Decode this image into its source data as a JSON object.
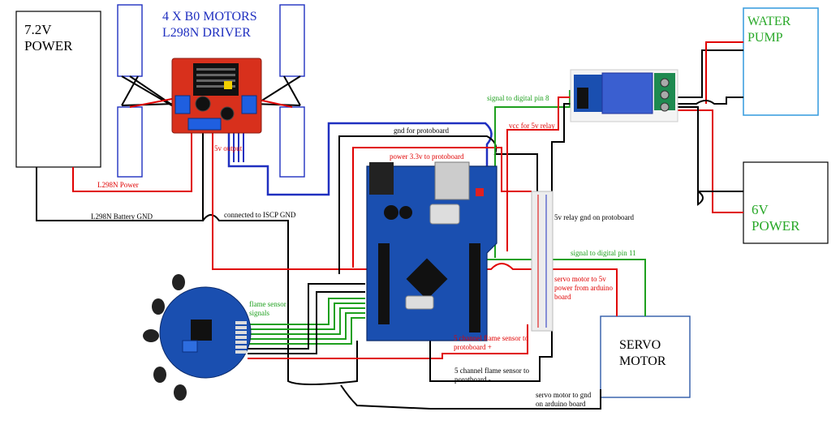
{
  "boxes": {
    "power72": {
      "line1": "7.2V",
      "line2": "POWER"
    },
    "water_pump": {
      "line1": "WATER",
      "line2": "PUMP"
    },
    "power6v": {
      "line1": "6V",
      "line2": "POWER"
    },
    "servo": {
      "line1": "SERVO",
      "line2": "MOTOR"
    },
    "motors_title": {
      "line1": "4 X B0 MOTORS",
      "line2": "L298N DRIVER"
    }
  },
  "labels": {
    "l298n_power": "L298N Power",
    "l298n_gnd": "L298N Battery GND",
    "iscp_gnd": "connected to ISCP GND",
    "fivev_output": "5v output",
    "gnd_protoboard": "gnd for protoboard",
    "power_33": "power 3.3v to protoboard",
    "signal_pin8": "signal to digital pin 8",
    "vcc_relay": "vcc for 5v relay",
    "relay_gnd": "5v relay gnd on protoboard",
    "signal_pin11": "signal to digital pin 11",
    "servo_5v_1": "servo motor to 5v",
    "servo_5v_2": "power from arduino",
    "servo_5v_3": "board",
    "flame_sig_1": "flame sensor",
    "flame_sig_2": "signals",
    "flame_plus_1": "5 channel flame sensor to",
    "flame_plus_2": "protoboard +",
    "flame_minus_1": "5 channel flame sensor to",
    "flame_minus_2": "porotboard -",
    "servo_gnd_1": "servo motor to gnd",
    "servo_gnd_2": "on arduino board"
  },
  "colors": {
    "black": "#000000",
    "red": "#e00000",
    "green": "#1ea01e",
    "blue": "#2030c0",
    "board_blue": "#1a4fb0",
    "driver_red": "#d8301c",
    "relay_blue": "#3a5fd0",
    "green_text": "#28a828",
    "box_blue": "#2f5aa8",
    "cyan_box": "#3fa0e0"
  }
}
